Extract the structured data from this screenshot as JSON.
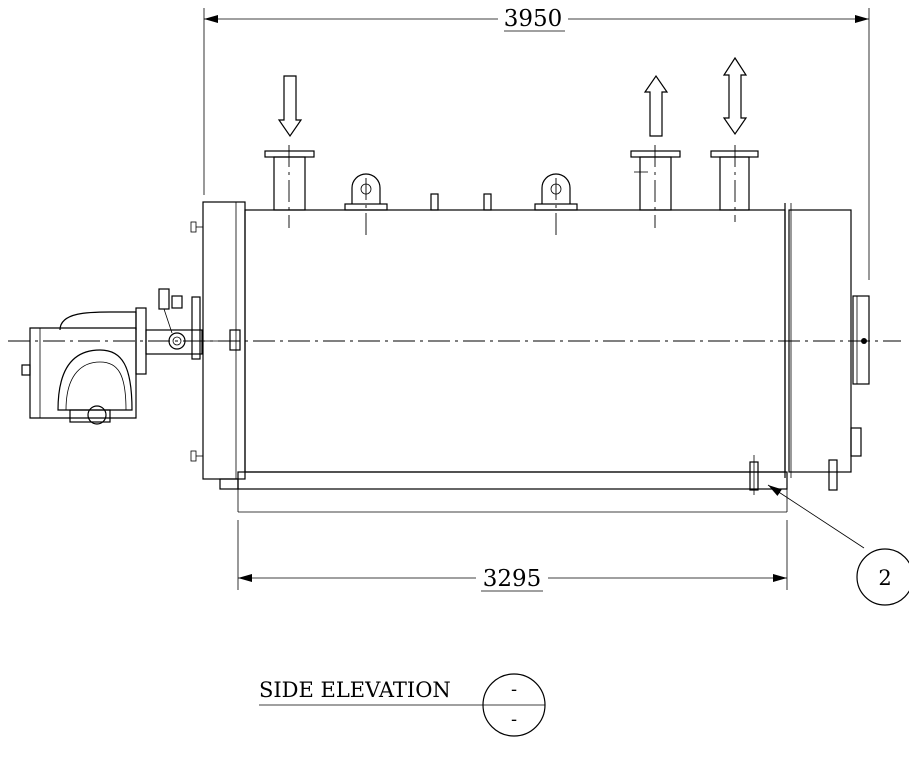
{
  "dimensions": {
    "overall_length": "3950",
    "base_length": "3295"
  },
  "callout": {
    "item_number": "2"
  },
  "view_label": {
    "title": "SIDE ELEVATION",
    "ref_top": "-",
    "ref_bottom": "-"
  },
  "nozzle_flows": {
    "inlet": "down-arrow-icon",
    "outlet": "up-arrow-icon",
    "bidirectional": "double-arrow-icon"
  }
}
